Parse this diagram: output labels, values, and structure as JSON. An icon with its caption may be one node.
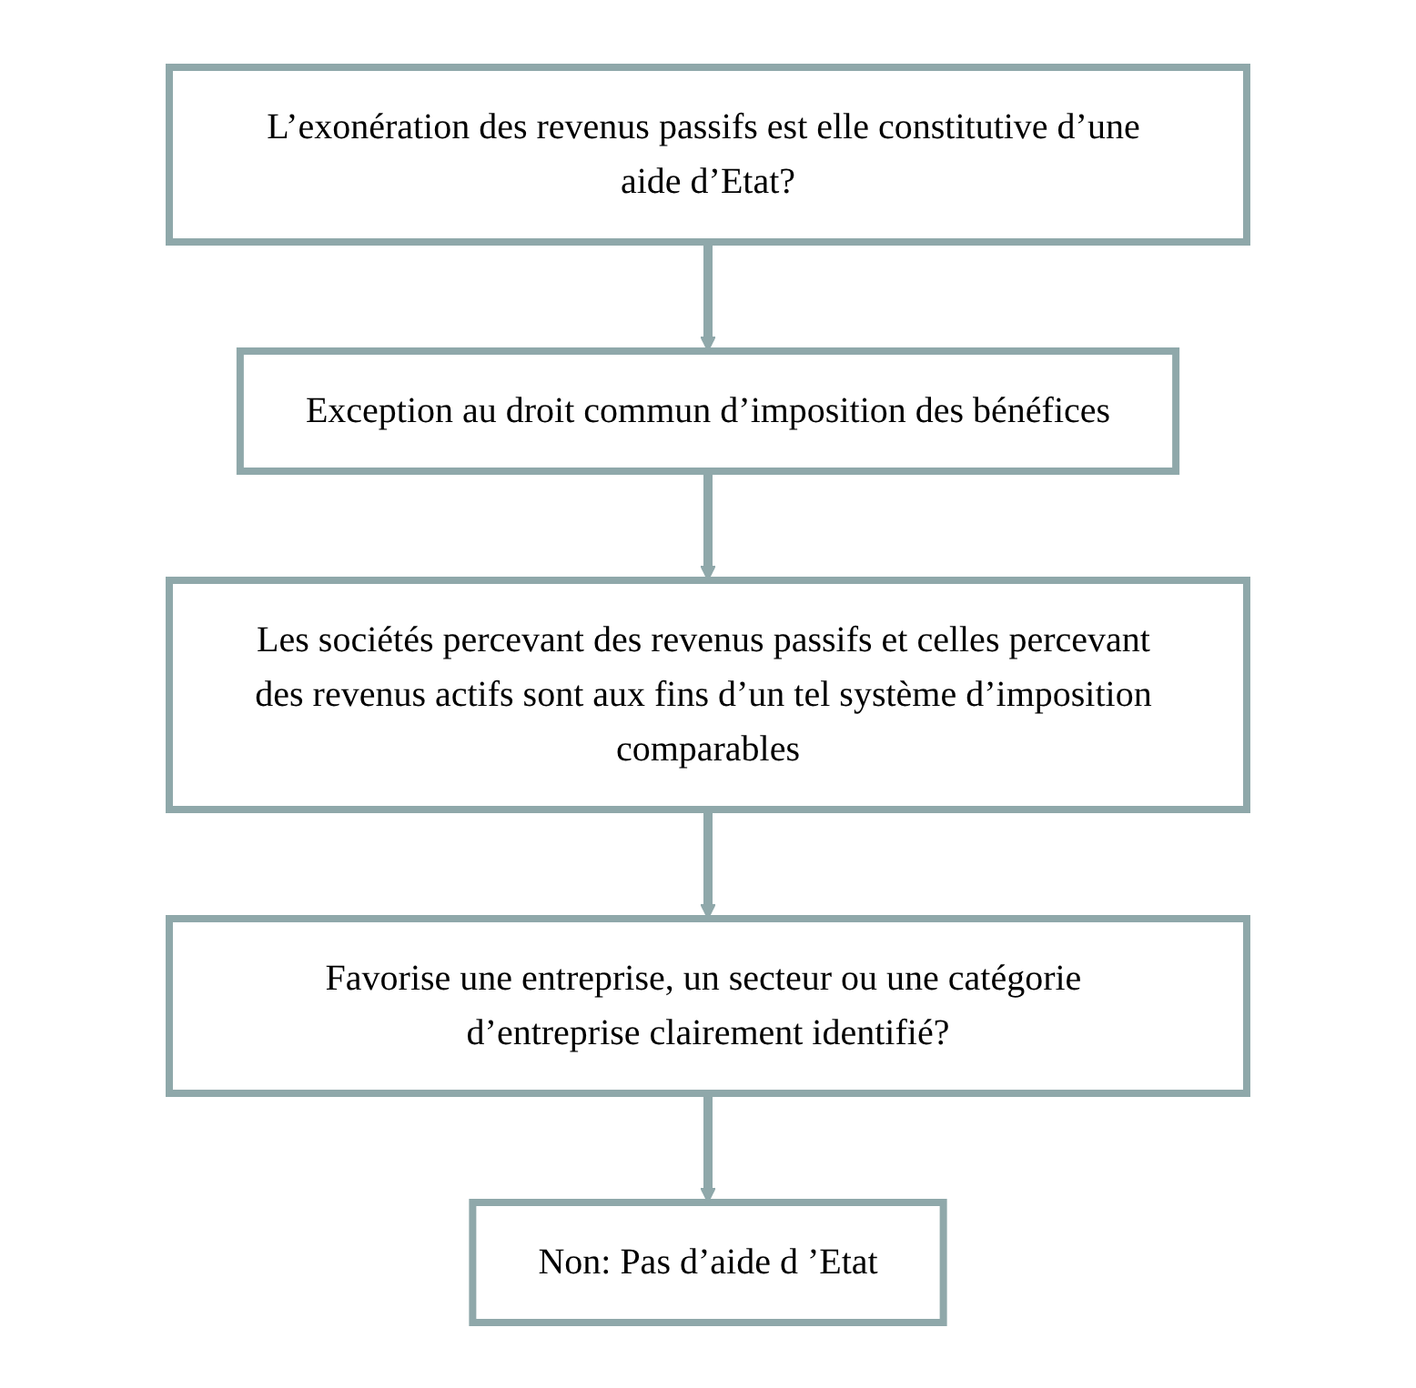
{
  "diagram": {
    "nodes": [
      {
        "text": [
          "L’exonération des revenus passifs est elle constitutive d’une aide d’Etat?"
        ]
      },
      {
        "text": [
          "Exception au droit commun d’imposition des bénéfices"
        ]
      },
      {
        "text": [
          "Les sociétés percevant des revenus passifs et celles percevant des revenus actifs sont aux fins d’un tel système d’imposition comparables"
        ]
      },
      {
        "text": [
          "Favorise une entreprise, un secteur ou une catégorie d’entreprise clairement identifié?"
        ]
      },
      {
        "text": [
          "Non: Pas d’aide d ’Etat"
        ]
      }
    ],
    "edges": [
      {
        "from": 0,
        "to": 1,
        "arrow": "to"
      },
      {
        "from": 1,
        "to": 2,
        "arrow": "to"
      },
      {
        "from": 2,
        "to": 3,
        "arrow": "to"
      },
      {
        "from": 3,
        "to": 4,
        "arrow": "to"
      }
    ]
  }
}
